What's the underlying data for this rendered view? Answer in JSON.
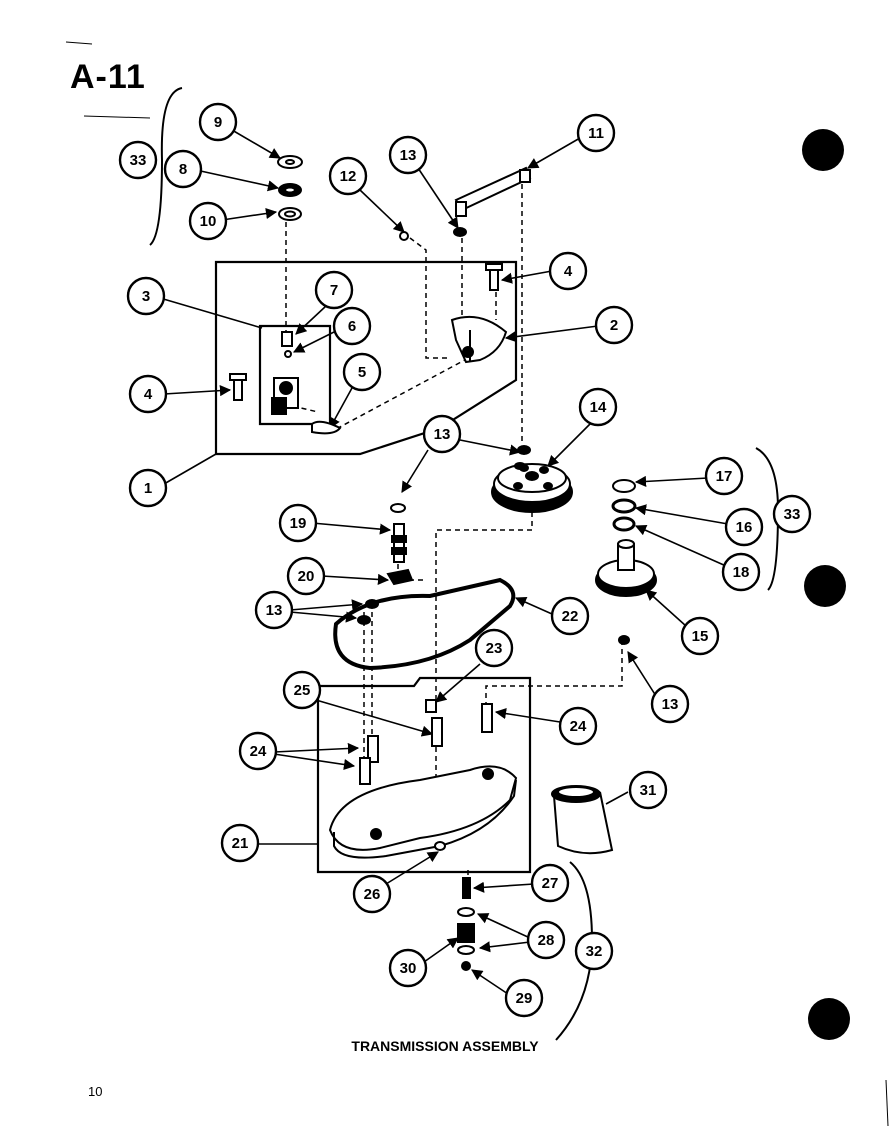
{
  "page_id": "A-11",
  "caption": "TRANSMISSION ASSEMBLY",
  "page_number": "10",
  "callouts": [
    "9",
    "33",
    "8",
    "10",
    "13",
    "12",
    "11",
    "4",
    "3",
    "7",
    "6",
    "2",
    "4",
    "5",
    "1",
    "13",
    "14",
    "17",
    "33",
    "16",
    "19",
    "18",
    "20",
    "13",
    "22",
    "15",
    "23",
    "13",
    "25",
    "24",
    "24",
    "31",
    "21",
    "27",
    "26",
    "28",
    "32",
    "30",
    "29"
  ]
}
